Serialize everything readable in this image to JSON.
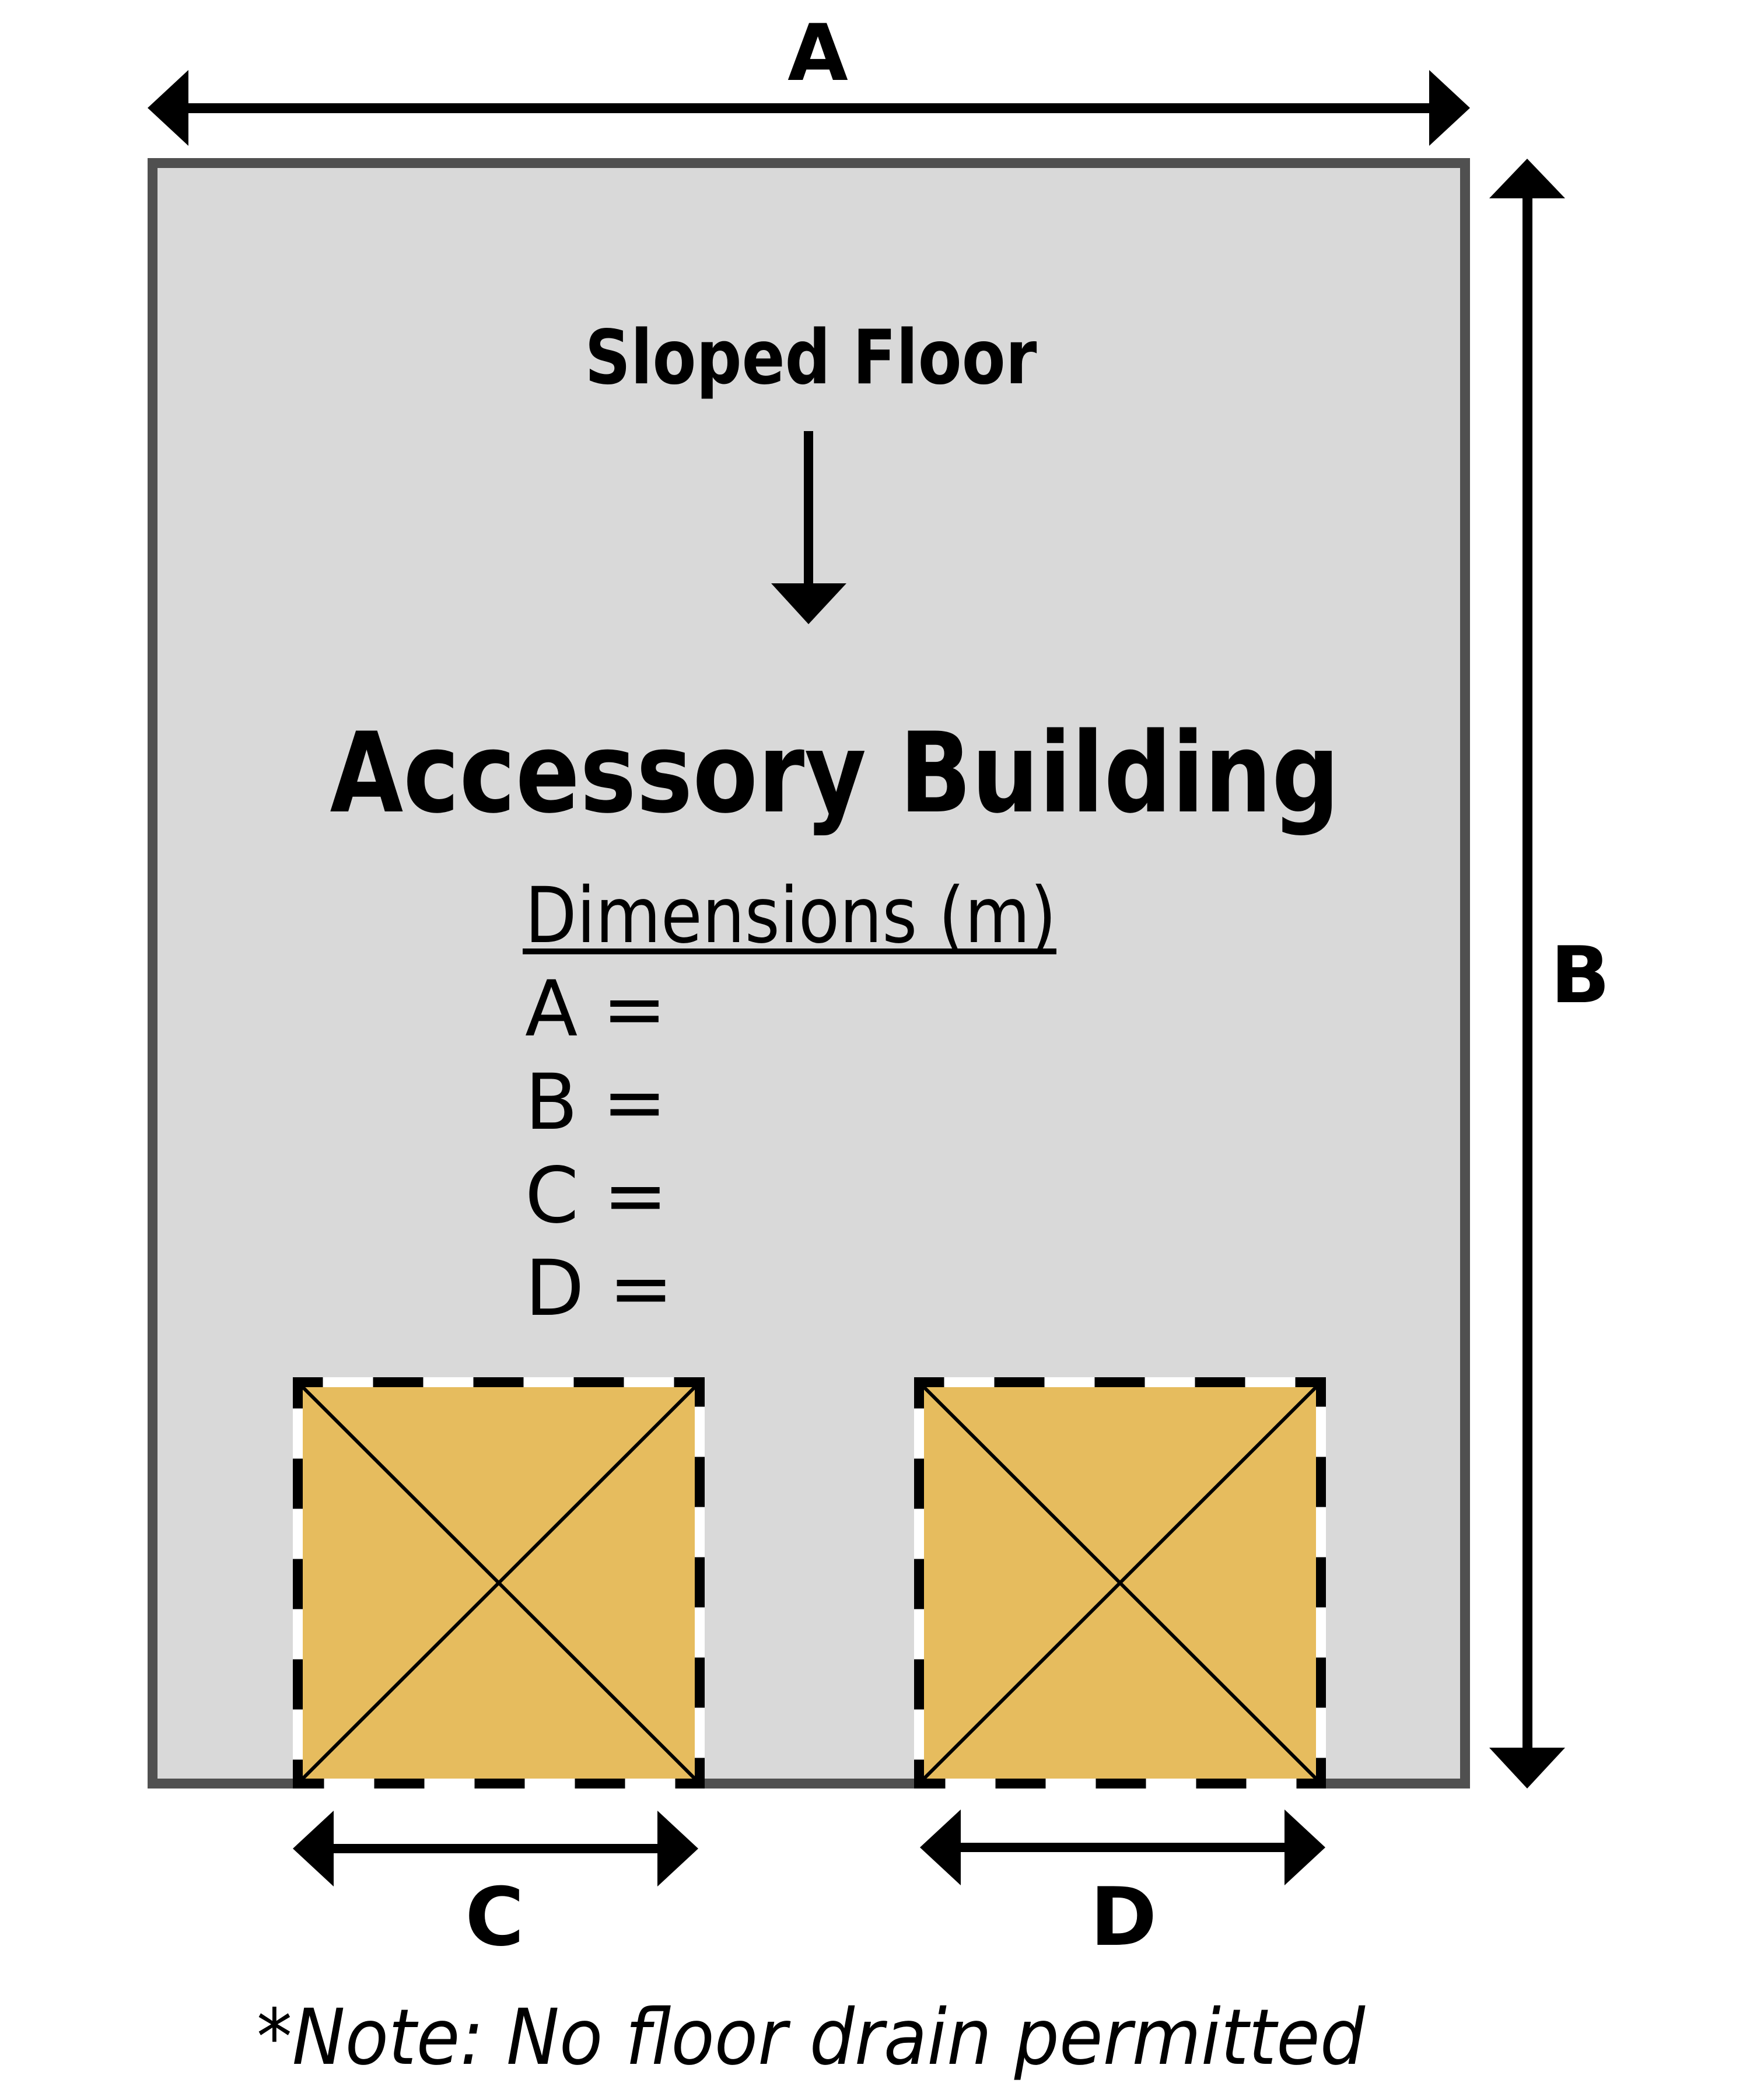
{
  "diagram": {
    "title": "Accessory Building",
    "slope_label": "Sloped Floor",
    "dimensions_heading": "Dimensions (m)",
    "dimension_rows": [
      {
        "key": "A",
        "label": "A =",
        "value": ""
      },
      {
        "key": "B",
        "label": "B =",
        "value": ""
      },
      {
        "key": "C",
        "label": "C =",
        "value": ""
      },
      {
        "key": "D",
        "label": "D =",
        "value": ""
      }
    ],
    "dimension_labels": {
      "width": "A",
      "depth": "B",
      "door_left": "C",
      "door_right": "D"
    },
    "note": "*Note: No floor drain permitted",
    "doors": [
      {
        "name": "door-left",
        "dimension": "C"
      },
      {
        "name": "door-right",
        "dimension": "D"
      }
    ],
    "icons": {
      "slope_arrow": "arrow-down-icon",
      "dimension_arrow": "double-arrow-icon"
    },
    "colors": {
      "background": "#ffffff",
      "building_fill": "#d9d9d9",
      "building_outline": "#505050",
      "door_fill": "#e6bc5e",
      "dash_dark": "#000000",
      "dash_light": "#ffffff",
      "ink": "#000000"
    }
  }
}
